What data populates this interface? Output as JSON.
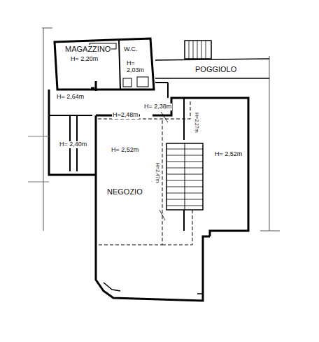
{
  "diagram": {
    "labels": [
      "MAGAZZINO",
      "H= 2,20m",
      "W.C.",
      "H= 2,03m",
      "POGGIOLO",
      "H= 2,64m",
      "H= 2,38m",
      "H=2,48m",
      "H= 2,40m",
      "H= 2,52m",
      "NEGOZIO",
      "H= 2,52m",
      "H=2,27m",
      "H=2,47m"
    ]
  }
}
